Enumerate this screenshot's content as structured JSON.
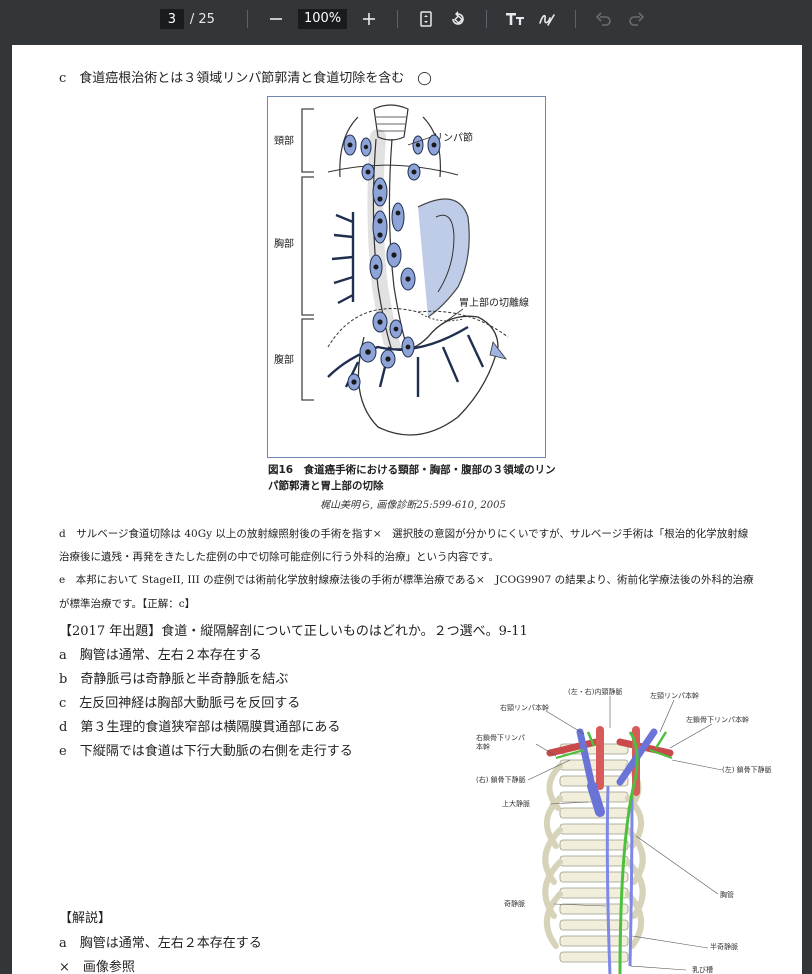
{
  "toolbar": {
    "current_page": "3",
    "total_pages": "/ 25",
    "zoom": "100%"
  },
  "content": {
    "item_c": "c　食道癌根治術とは３領域リンパ節郭清と食道切除を含む　◯",
    "figure1": {
      "label_neck": "頸部",
      "label_chest": "胸部",
      "label_abdomen": "腹部",
      "label_lymph": "リンパ節",
      "label_cutline": "胃上部の切離線",
      "caption": "図16　食道癌手術における頸部・胸部・腹部の３領域のリンパ節郭清と胃上部の切除",
      "citation": "梶山美明ら, 画像診断25:599-610, 2005"
    },
    "item_d_line1": "d　サルベージ食道切除は 40Gy 以上の放射線照射後の手術を指す×　選択肢の意図が分かりにくいですが、サルベージ手術は「根治的化学放射線",
    "item_d_line2": "治療後に遺残・再発をきたした症例の中で切除可能症例に行う外科的治療」という内容です。",
    "item_e_line1": "e　本邦において StageII, III の症例では術前化学放射線療法後の手術が標準治療である×　JCOG9907 の結果より、術前化学療法後の外科的治療",
    "item_e_line2": "が標準治療です。【正解：c】",
    "question": "【2017 年出題】食道・縦隔解剖について正しいものはどれか。２つ選べ。9-11",
    "options": [
      "a　胸管は通常、左右２本存在する",
      "b　奇静脈弓は奇静脈と半奇静脈を結ぶ",
      "c　左反回神経は胸部大動脈弓を反回する",
      "d　第３生理的食道狭窄部は横隔膜貫通部にある",
      "e　下縦隔では食道は下行大動脈の右側を走行する"
    ],
    "explanation_title": "【解説】",
    "explanation_a": "a　胸管は通常、左右２本存在する",
    "explanation_a_verdict": "×　画像参照",
    "figure2": {
      "labels": [
        "(左・右)内頸静脈",
        "左頸リンパ本幹",
        "右頸リンパ本幹",
        "左鎖骨下リンパ本幹",
        "右鎖骨下リンパ",
        "本幹",
        "(左) 鎖骨下静脈",
        "(右) 鎖骨下静脈",
        "上大静脈",
        "胸管",
        "奇静脈",
        "半奇静脈",
        "乳び槽"
      ]
    }
  }
}
